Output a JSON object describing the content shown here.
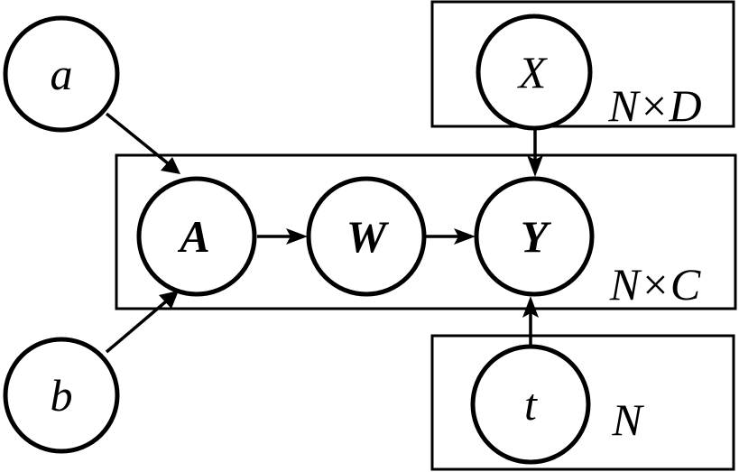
{
  "nodes": {
    "a": {
      "label": "a"
    },
    "b": {
      "label": "b"
    },
    "A": {
      "label": "A"
    },
    "W": {
      "label": "W"
    },
    "Y": {
      "label": "Y"
    },
    "X": {
      "label": "X"
    },
    "t": {
      "label": "t"
    }
  },
  "plates": {
    "nd": {
      "label": "N×D"
    },
    "nc": {
      "label": "N×C"
    },
    "n": {
      "label": "N"
    }
  },
  "colors": {
    "stroke": "#000000",
    "fill": "#ffffff"
  }
}
